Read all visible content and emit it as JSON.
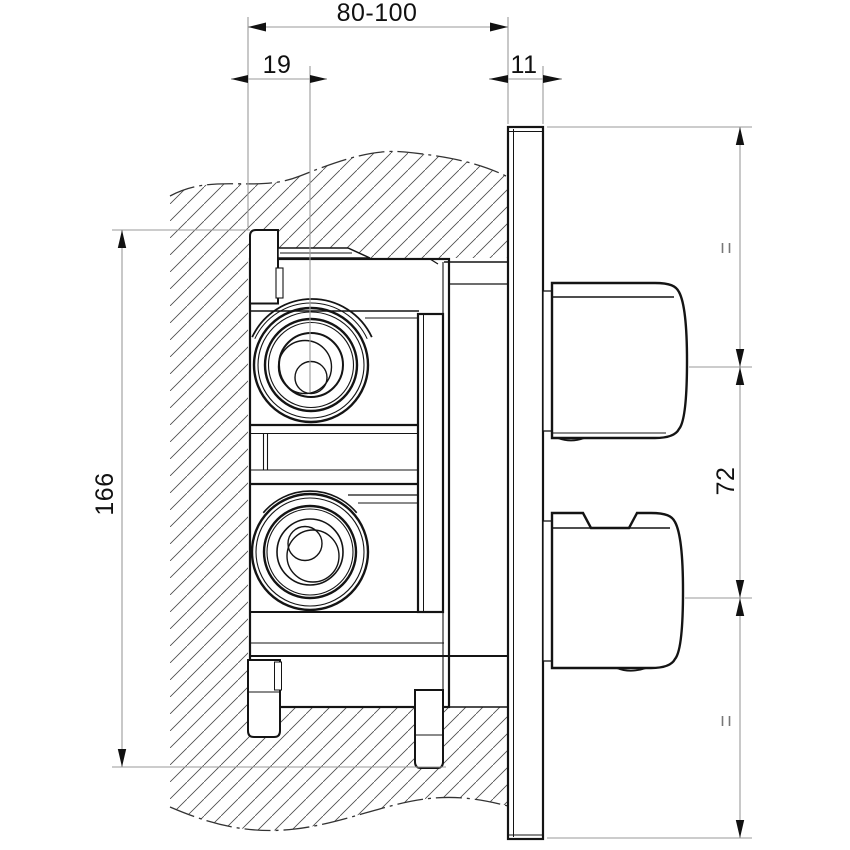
{
  "page": {
    "title": "Concealed thermostatic mixer valve installation drawing",
    "background": "#ffffff"
  },
  "drawing": {
    "colors": {
      "object_line": "#141414",
      "dimension_line": "#9a9a9a",
      "hatch_line": "#4a4a4a",
      "text": "#111111"
    },
    "dimensions": {
      "depth_range": {
        "label": "80-100",
        "orientation": "horizontal"
      },
      "port_offset": {
        "label": "19",
        "orientation": "horizontal"
      },
      "plate_thickness": {
        "label": "11",
        "orientation": "horizontal"
      },
      "body_height": {
        "label": "166",
        "orientation": "vertical"
      },
      "handle_spacing": {
        "label": "72",
        "orientation": "vertical"
      }
    },
    "equal_spacing_marks": 2
  }
}
